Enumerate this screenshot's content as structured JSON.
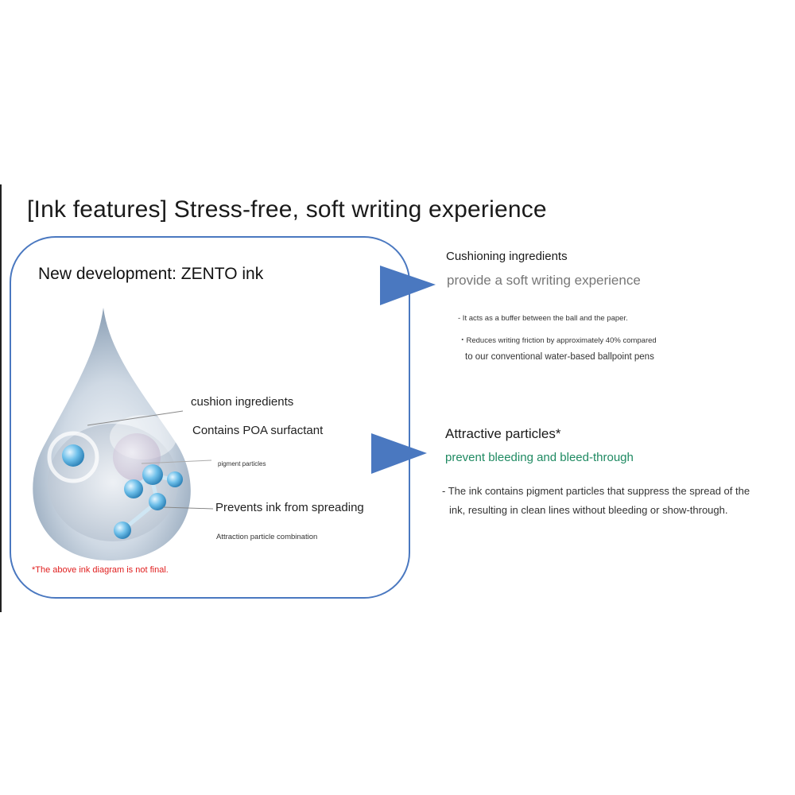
{
  "title": "[Ink features] Stress-free, soft writing experience",
  "panel": {
    "title": "New development: ZENTO ink",
    "labels": {
      "cushion": "cushion ingredients",
      "poa": "Contains POA surfactant",
      "pigment": "pigment particles",
      "prevents": "Prevents ink from spreading",
      "attraction": "Attraction particle combination"
    },
    "note": "*The above ink diagram is not final."
  },
  "cushioning": {
    "heading": "Cushioning ingredients",
    "subheading": "provide a soft writing experience",
    "bullet1": "- It acts as a buffer between the ball and the paper.",
    "bullet2": "・Reduces writing friction by approximately 40% compared",
    "bullet2_cont": "to our conventional water-based ballpoint pens"
  },
  "attractive": {
    "heading": "Attractive particles*",
    "subheading": "prevent bleeding and bleed-through",
    "body_line1": "- The ink contains pigment particles that suppress the spread of the",
    "body_line2": "ink, resulting in clean lines without bleeding or show-through."
  },
  "colors": {
    "panel_border": "#4a78c0",
    "arrow": "#4a78c0",
    "note_red": "#e01e1e",
    "green_text": "#1f8a62"
  }
}
